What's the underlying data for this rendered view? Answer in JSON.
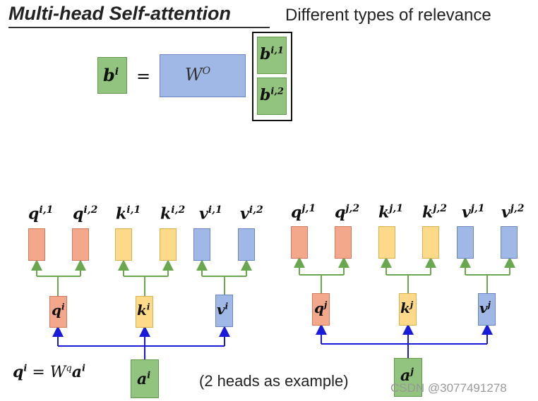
{
  "title": "Multi-head Self-attention",
  "subtitle": "Different types of relevance",
  "equation_top": {
    "lhs": "b",
    "lhs_sup": "i",
    "equals": "=",
    "matrix": "W",
    "matrix_sup": "O",
    "stack": [
      {
        "base": "b",
        "sup": "i,1"
      },
      {
        "base": "b",
        "sup": "i,2"
      }
    ]
  },
  "head_i": {
    "outputs": [
      {
        "base": "q",
        "sup": "i,1"
      },
      {
        "base": "q",
        "sup": "i,2"
      },
      {
        "base": "k",
        "sup": "i,1"
      },
      {
        "base": "k",
        "sup": "i,2"
      },
      {
        "base": "v",
        "sup": "i,1"
      },
      {
        "base": "v",
        "sup": "i,2"
      }
    ],
    "mids": [
      {
        "base": "q",
        "sup": "i"
      },
      {
        "base": "k",
        "sup": "i"
      },
      {
        "base": "v",
        "sup": "i"
      }
    ],
    "input": {
      "base": "a",
      "sup": "i"
    }
  },
  "head_j": {
    "outputs": [
      {
        "base": "q",
        "sup": "j,1"
      },
      {
        "base": "q",
        "sup": "j,2"
      },
      {
        "base": "k",
        "sup": "j,1"
      },
      {
        "base": "k",
        "sup": "j,2"
      },
      {
        "base": "v",
        "sup": "j,1"
      },
      {
        "base": "v",
        "sup": "j,2"
      }
    ],
    "mids": [
      {
        "base": "q",
        "sup": "j"
      },
      {
        "base": "k",
        "sup": "j"
      },
      {
        "base": "v",
        "sup": "j"
      }
    ],
    "input": {
      "base": "a",
      "sup": "j"
    }
  },
  "equation_bottom": {
    "lhs": "q",
    "lhs_sup": "i",
    "equals": "=",
    "matrix": "W",
    "matrix_sup": "q",
    "rhs": "a",
    "rhs_sup": "i"
  },
  "note": "(2 heads as example)",
  "watermark": "CSDN @3077491278",
  "colors": {
    "green": "#92c47f",
    "blue": "#9fb8e6",
    "orange": "#f3a88c",
    "yellow": "#fdd98a",
    "arrow_green": "#6aa84f",
    "arrow_blue": "#1a1adb"
  }
}
